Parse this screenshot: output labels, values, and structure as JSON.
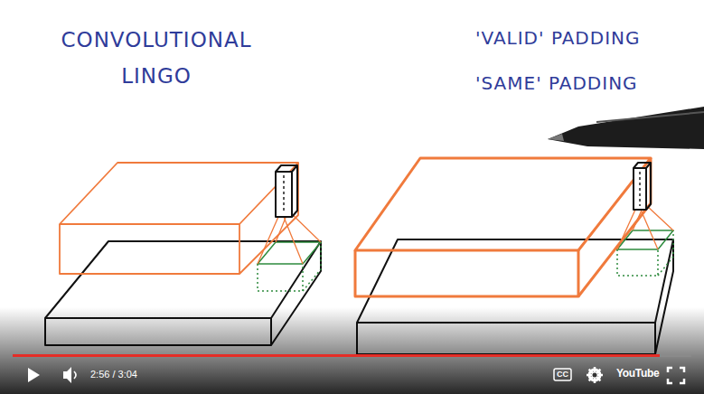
{
  "diagram": {
    "title": "CONVOLUTIONAL LINGO",
    "labels": [
      "'VALID' PADDING",
      "'SAME' PADDING",
      "2:56 / 3:04",
      "CC",
      "YouTube"
    ]
  }
}
